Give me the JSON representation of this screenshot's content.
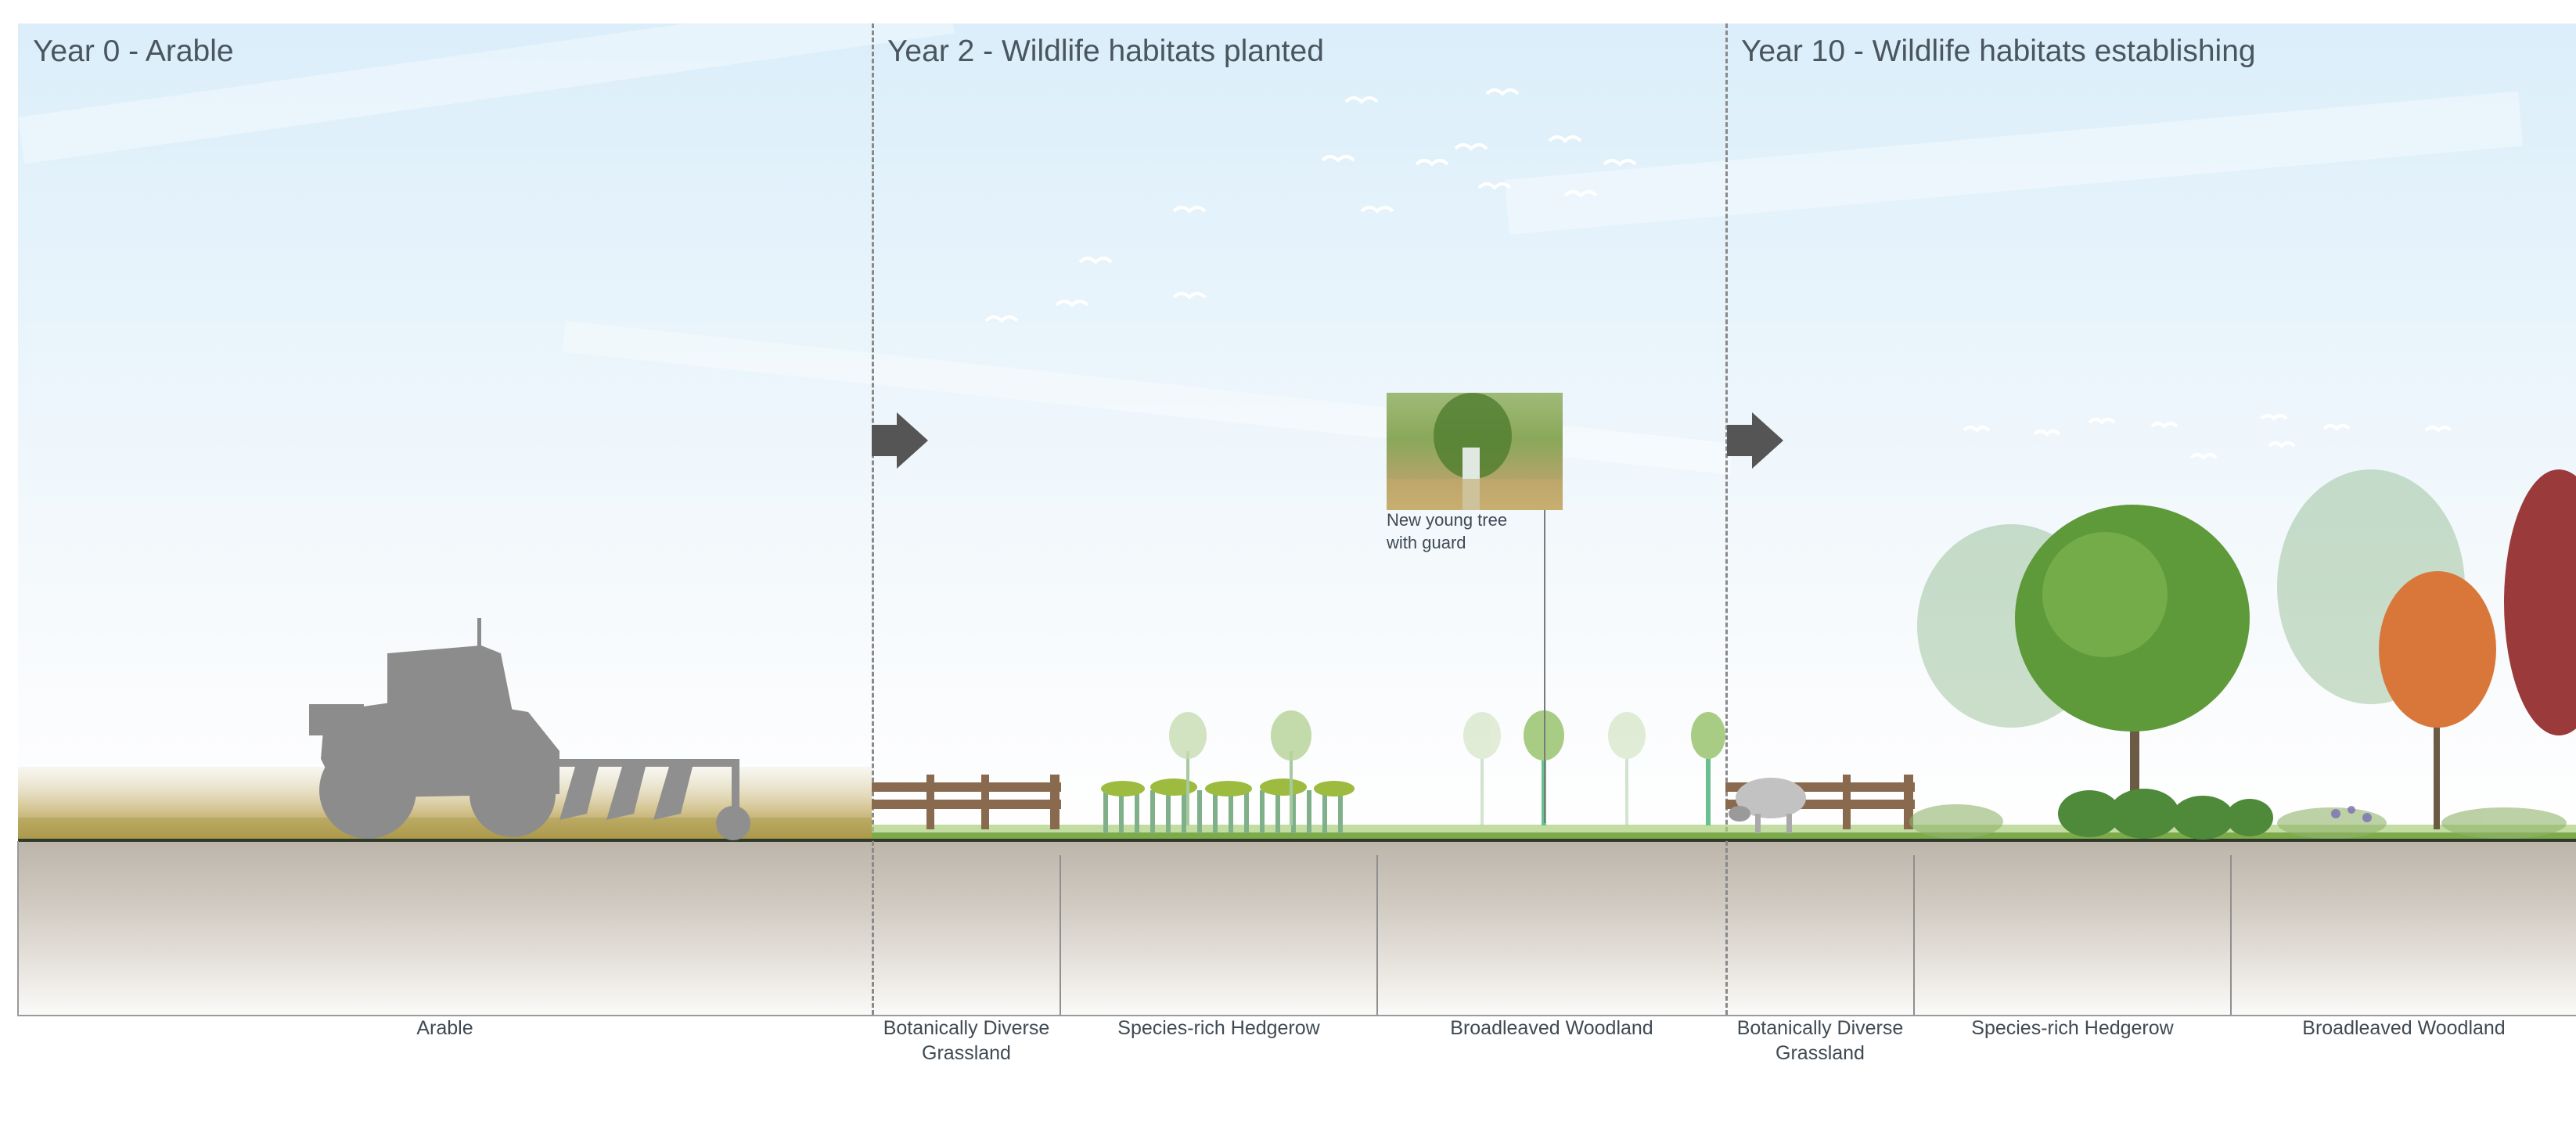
{
  "panels": [
    {
      "title": "Year 0 - Arable"
    },
    {
      "title": "Year 2 - Wildlife habitats planted"
    },
    {
      "title": "Year 10 - Wildlife habitats establishing"
    }
  ],
  "zones": {
    "arable": "Arable",
    "grassland_2": "Botanically Diverse Grassland",
    "hedgerow_2": "Species-rich Hedgerow",
    "woodland_2": "Broadleaved Woodland",
    "grassland_10": "Botanically Diverse Grassland",
    "hedgerow_10": "Species-rich Hedgerow",
    "woodland_10": "Broadleaved Woodland"
  },
  "callout": {
    "caption_line1": "New young tree",
    "caption_line2": "with guard"
  },
  "icons": [
    "tractor-silhouette",
    "plough",
    "fence",
    "sheep",
    "bird",
    "tree",
    "tree-guard",
    "arrow-right-icon"
  ],
  "colors": {
    "sky": "#e6f3fb",
    "ground": "#cfc9c0",
    "silhouette": "#8c8c8c",
    "arrow": "#555555",
    "tree-green": "#5e9a3a",
    "tree-orange": "#d9773a",
    "tree-red": "#9b3a3a"
  }
}
